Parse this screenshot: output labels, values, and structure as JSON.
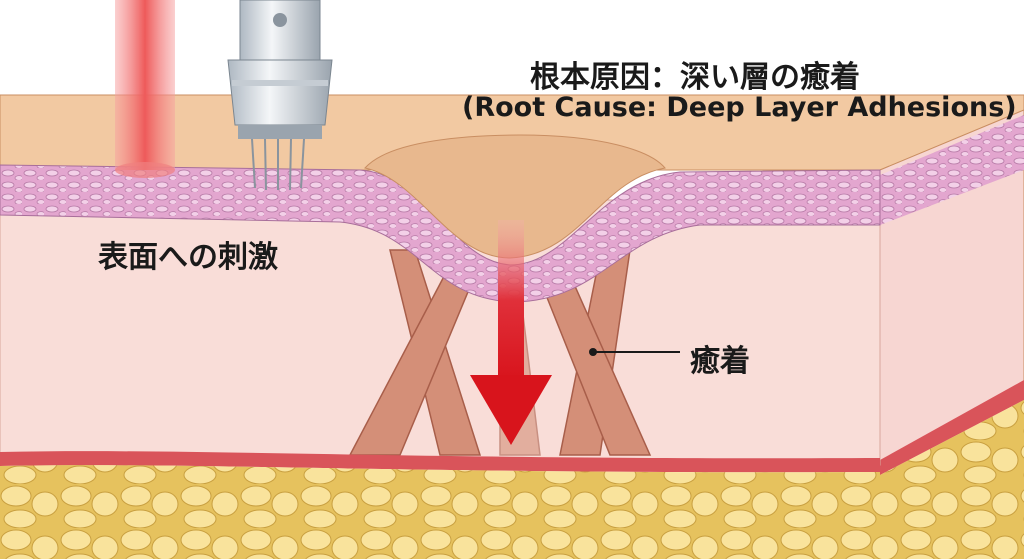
{
  "title": {
    "japanese": "根本原因：深い層の癒着",
    "english": "(Root Cause: Deep Layer Adhesions)"
  },
  "labels": {
    "surface_stimulation": "表面への刺激",
    "adhesion": "癒着"
  },
  "colors": {
    "surface_top": "#f2c9a2",
    "epidermis": "#e3a6cf",
    "dermis": "#f9ddd8",
    "fat": "#f5d98a",
    "adhesion_band": "#d48f78",
    "arrow": "#d8141c",
    "laser": "#f06a6a"
  }
}
